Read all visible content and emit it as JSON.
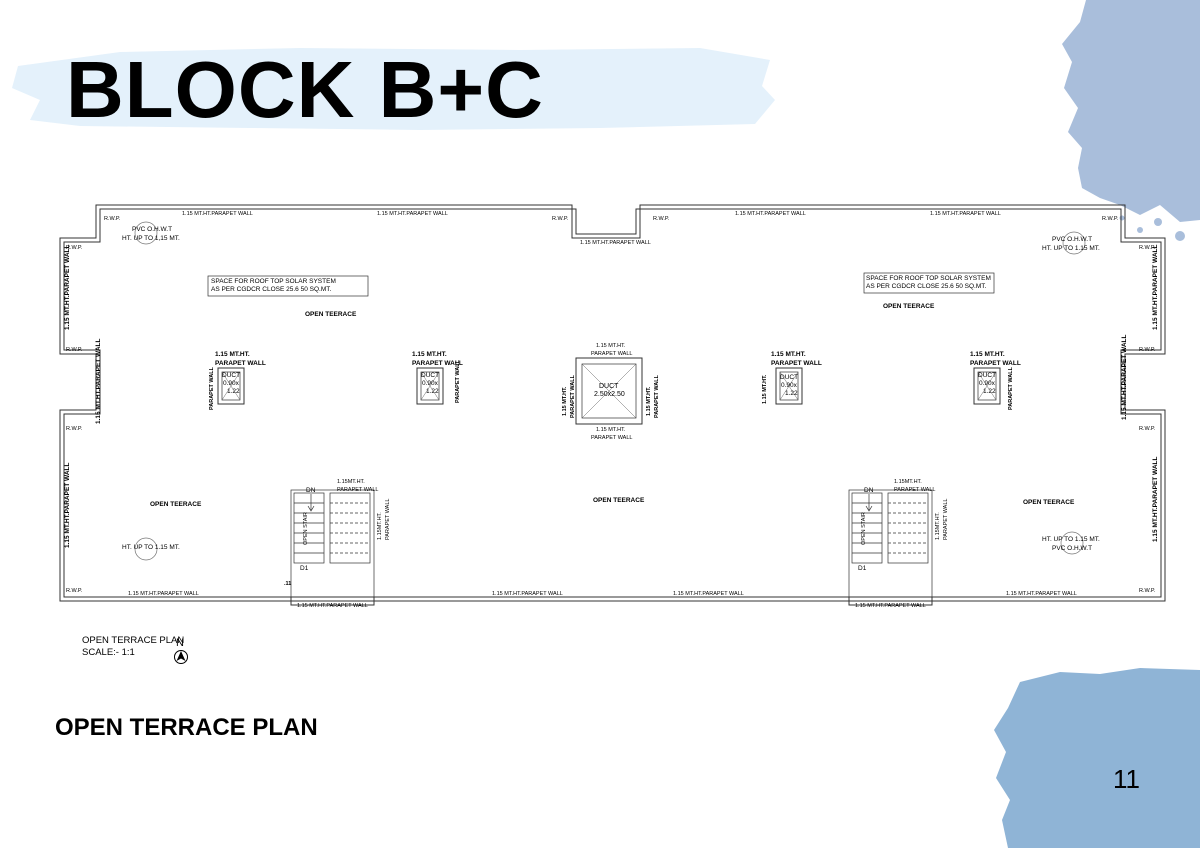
{
  "page": {
    "title": "BLOCK B+C",
    "subtitle": "OPEN TERRACE PLAN",
    "page_number": "11",
    "accent_light": "#e4f1fb",
    "accent_blue": "#a9bedb",
    "accent_blue_2": "#8fb4d6"
  },
  "plan": {
    "parapet_wall": "1.15 MT.HT.PARAPET WALL",
    "parapet_wall_vertical": "1.15 MT.HT.PARAPET WALL",
    "parapet_wall_short": "1.15 MT.HT.PARAPET WALL",
    "parapet_wall_compact": "1.15MT.HT.PARAPET WALL",
    "rwp": "R.W.P.",
    "open_terrace": "OPEN TEERACE",
    "solar_line1": "SPACE FOR ROOF TOP SOLAR SYSTEM",
    "solar_line2": "AS PER CGDCR CLOSE 25.6 50 SQ.MT.",
    "pvc_ohwt": "PVC O.H.W.T",
    "ht_upto": "HT. UP TO 1.15 MT.",
    "ht_upto_alt": "HT. UP TO 1,15 MT.",
    "duct_label": "DUCT",
    "duct_small_size": "0.90x 1.22",
    "duct_small_line1": "0.90x",
    "duct_small_line2": "1.22",
    "duct_big_size": "2.50x2.50",
    "mt_ht_line1": "1.15 MT.HT.",
    "mt_ht_line2": "PARAPET WALL",
    "compact_ht_line1": "1.15MT.HT.",
    "compact_ht_line2": "PARAPET WALL",
    "stair_dn": "DN",
    "stair_open": "OPEN STAIR",
    "door": "D1",
    "small_mark": ".11"
  },
  "caption": {
    "plan_name": "OPEN TERRACE PLAN",
    "scale": "SCALE:- 1:1",
    "north_label": "N"
  }
}
